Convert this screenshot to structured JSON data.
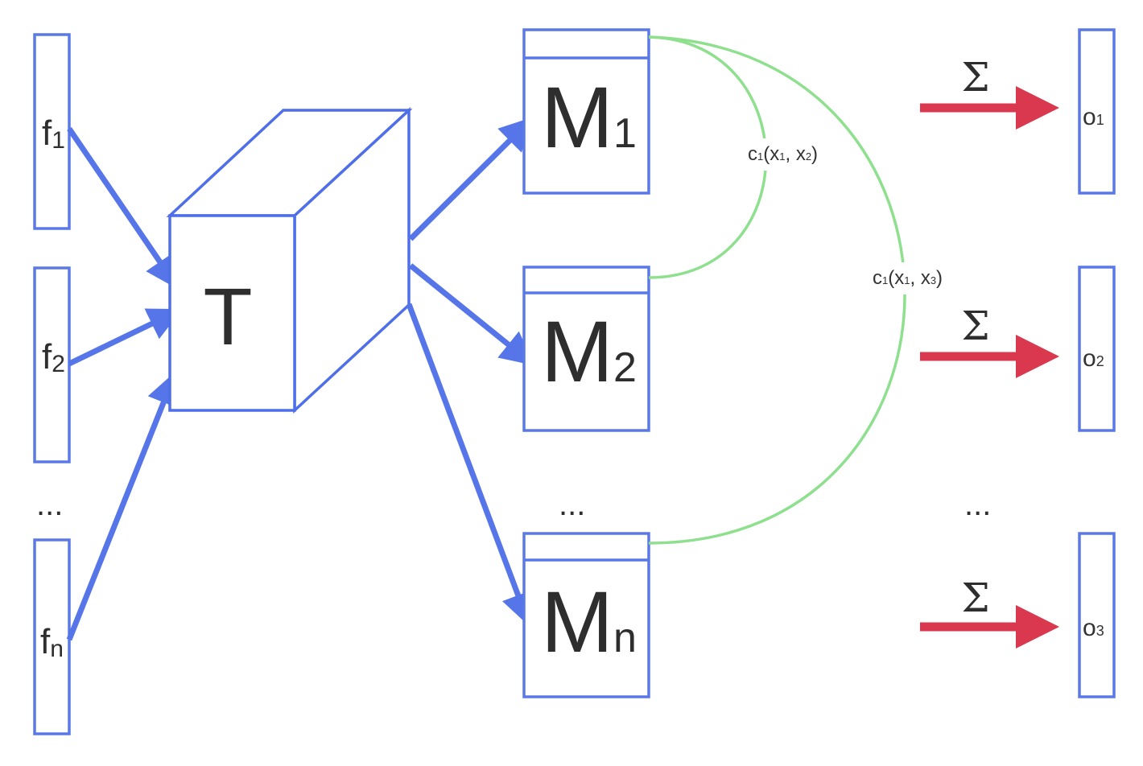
{
  "colors": {
    "blue": "#5675e8",
    "green": "#8ee08e",
    "red": "#d9384f",
    "text": "#2e2e2e"
  },
  "inputs": [
    {
      "base": "f",
      "sub": "1"
    },
    {
      "base": "f",
      "sub": "2"
    },
    {
      "base": "f",
      "sub": "n"
    }
  ],
  "inputs_ellipsis": "...",
  "tensor": {
    "label": "T"
  },
  "models": [
    {
      "base": "M",
      "sub": "1"
    },
    {
      "base": "M",
      "sub": "2"
    },
    {
      "base": "M",
      "sub": "n"
    }
  ],
  "models_ellipsis": "...",
  "correlations": [
    {
      "c": "c",
      "c_sub": "1",
      "a": "x",
      "a_sub": "1",
      "b": "x",
      "b_sub": "2"
    },
    {
      "c": "c",
      "c_sub": "1",
      "a": "x",
      "a_sub": "1",
      "b": "x",
      "b_sub": "3"
    }
  ],
  "aggregation": {
    "symbol": "Σ"
  },
  "outputs": [
    {
      "base": "o",
      "sub": "1"
    },
    {
      "base": "o",
      "sub": "2"
    },
    {
      "base": "o",
      "sub": "3"
    }
  ],
  "outputs_ellipsis": "..."
}
